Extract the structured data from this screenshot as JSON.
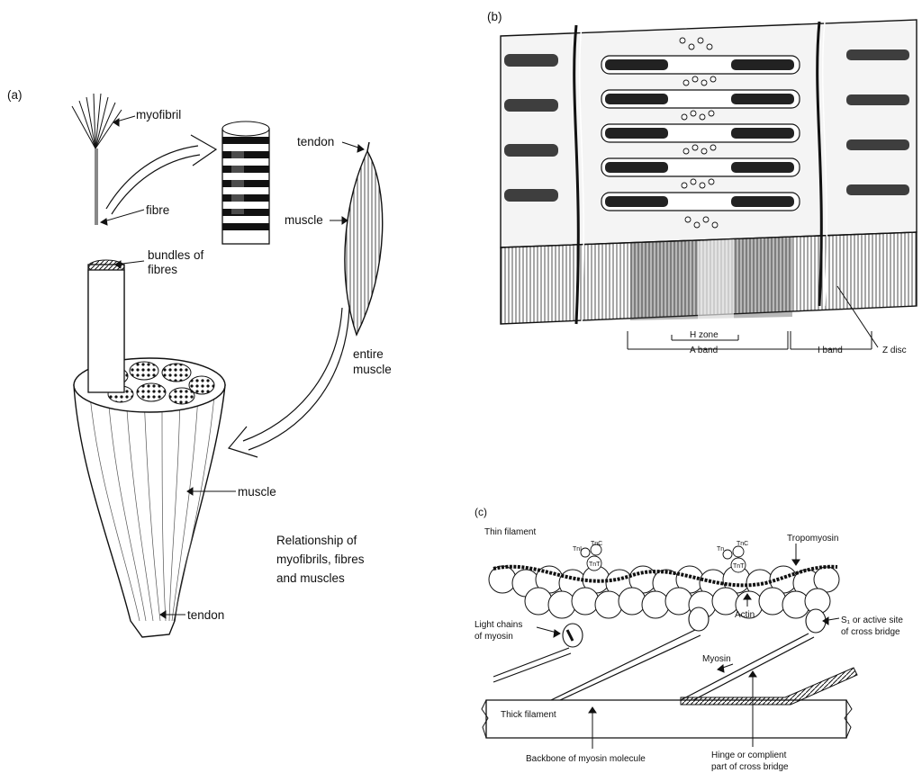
{
  "panel_a": {
    "letter": "(a)",
    "labels": {
      "myofibril": "myofibril",
      "fibre": "fibre",
      "bundles_line1": "bundles of",
      "bundles_line2": "fibres",
      "tendon_top": "tendon",
      "muscle_small": "muscle",
      "entire_line1": "entire",
      "entire_line2": "muscle",
      "muscle_big": "muscle",
      "tendon_bottom": "tendon"
    },
    "caption": [
      "Relationship of",
      "myofibrils, fibres",
      "and muscles"
    ]
  },
  "panel_b": {
    "letter": "(b)",
    "labels": {
      "h_zone": "H zone",
      "a_band": "A band",
      "i_band": "I band",
      "z_disc": "Z disc"
    }
  },
  "panel_c": {
    "letter": "(c)",
    "labels": {
      "thin_filament": "Thin filament",
      "tni": "TnI",
      "tnc": "TnC",
      "tnt": "TnT",
      "tn": "Tn",
      "tnc2": "TnC",
      "tnt2": "TnT",
      "tropomyosin": "Tropomyosin",
      "actin": "Actin",
      "light_line1": "Light chains",
      "light_line2": "of myosin",
      "s1_line1": "S₁ or active site",
      "s1_line2": "of cross bridge",
      "myosin": "Myosin",
      "thick_filament": "Thick filament",
      "backbone": "Backbone of myosin molecule",
      "hinge_line1": "Hinge or complient",
      "hinge_line2": "part of cross bridge"
    }
  }
}
